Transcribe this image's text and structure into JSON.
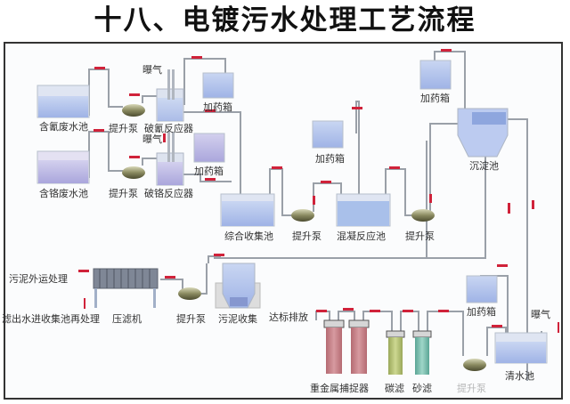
{
  "title": "十八、电镀污水处理工艺流程",
  "labels": {
    "cyanide_pool": "含氰废水池",
    "chrome_pool": "含铬废水池",
    "pump": "提升泵",
    "cyanide_reactor": "破氰反应器",
    "chrome_reactor": "破铬反应器",
    "aeration": "曝气",
    "dosing_tank": "加药箱",
    "collection_pool": "综合收集池",
    "coagulation_pool": "混凝反应池",
    "settling_pool": "沉淀池",
    "sludge_out": "污泥外运处理",
    "filtrate_return": "滤出水进收集池再处理",
    "filter_press": "压滤机",
    "sludge_collection": "污泥收集",
    "discharge": "达标排放",
    "heavy_metal_catcher": "重金属捕捉器",
    "carbon_filter": "碳滤",
    "sand_filter": "砂滤",
    "pump_faded": "提升泵",
    "clear_pool": "清水池"
  },
  "colors": {
    "pipe": "#9aa0a8",
    "arrow": "#d0223a",
    "water": "#a9bde8",
    "water_purple": "#b8b4e0",
    "catcher": "#c98a8e",
    "carbon": "#b9c77a",
    "sand": "#7fc3b5"
  }
}
